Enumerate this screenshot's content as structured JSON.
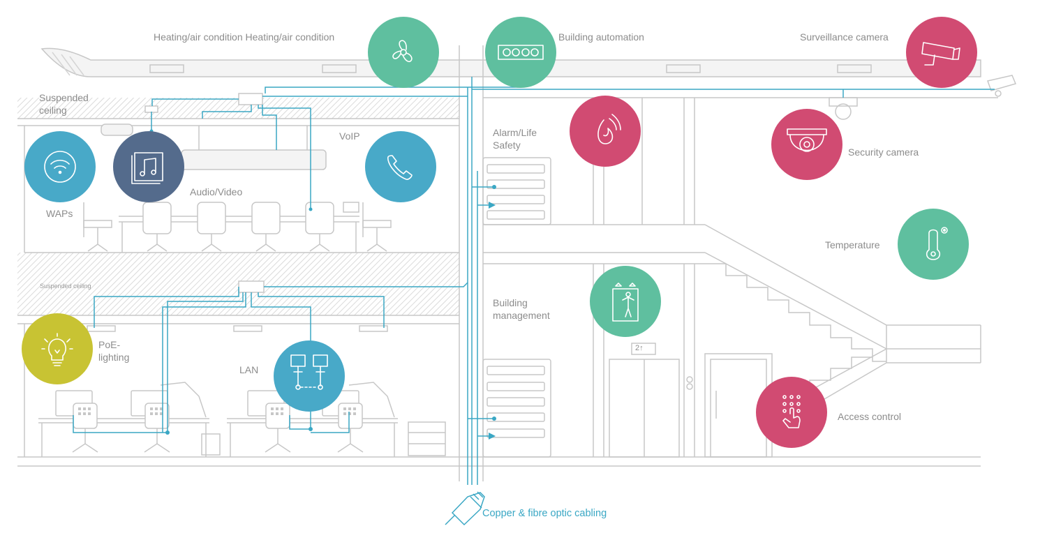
{
  "colors": {
    "line": "#c7c7c7",
    "cable": "#3aa7c4",
    "teal": "#5fbf9f",
    "blue": "#48a9c8",
    "slate": "#546b8c",
    "pink": "#d14b72",
    "olive": "#c8c333",
    "hatch": "#d9d9d9"
  },
  "labels": {
    "heating": "Heating/air condition Heating/air condition",
    "building_automation": "Building automation",
    "surveillance_camera": "Surveillance camera",
    "suspended_ceiling_top": "Suspended ceiling",
    "voip": "VoIP",
    "alarm": "Alarm/Life Safety",
    "security_camera": "Security camera",
    "audio_video": "Audio/Video",
    "waps": "WAPs",
    "temperature": "Temperature",
    "suspended_ceiling_bottom": "Suspended ceiling",
    "building_management": "Building management",
    "poe_lighting": "PoE-lighting",
    "lan": "LAN",
    "elevator_display": "2↑",
    "access_control": "Access control",
    "cabling": "Copper & fibre optic cabling"
  },
  "icons": [
    {
      "id": "fan",
      "color": "teal",
      "name": "fan-icon"
    },
    {
      "id": "automation",
      "color": "teal",
      "name": "automation-panel-icon"
    },
    {
      "id": "surveillance",
      "color": "pink",
      "name": "surveillance-camera-icon"
    },
    {
      "id": "fire",
      "color": "pink",
      "name": "fire-icon"
    },
    {
      "id": "security",
      "color": "pink",
      "name": "security-camera-icon"
    },
    {
      "id": "wifi",
      "color": "blue",
      "name": "wifi-icon"
    },
    {
      "id": "music",
      "color": "slate",
      "name": "music-icon"
    },
    {
      "id": "phone",
      "color": "blue",
      "name": "phone-icon"
    },
    {
      "id": "temperature",
      "color": "teal",
      "name": "thermometer-icon"
    },
    {
      "id": "elevator",
      "color": "teal",
      "name": "elevator-icon"
    },
    {
      "id": "bulb",
      "color": "olive",
      "name": "lightbulb-icon"
    },
    {
      "id": "lan",
      "color": "blue",
      "name": "network-icon"
    },
    {
      "id": "keypad",
      "color": "pink",
      "name": "keypad-icon"
    }
  ]
}
